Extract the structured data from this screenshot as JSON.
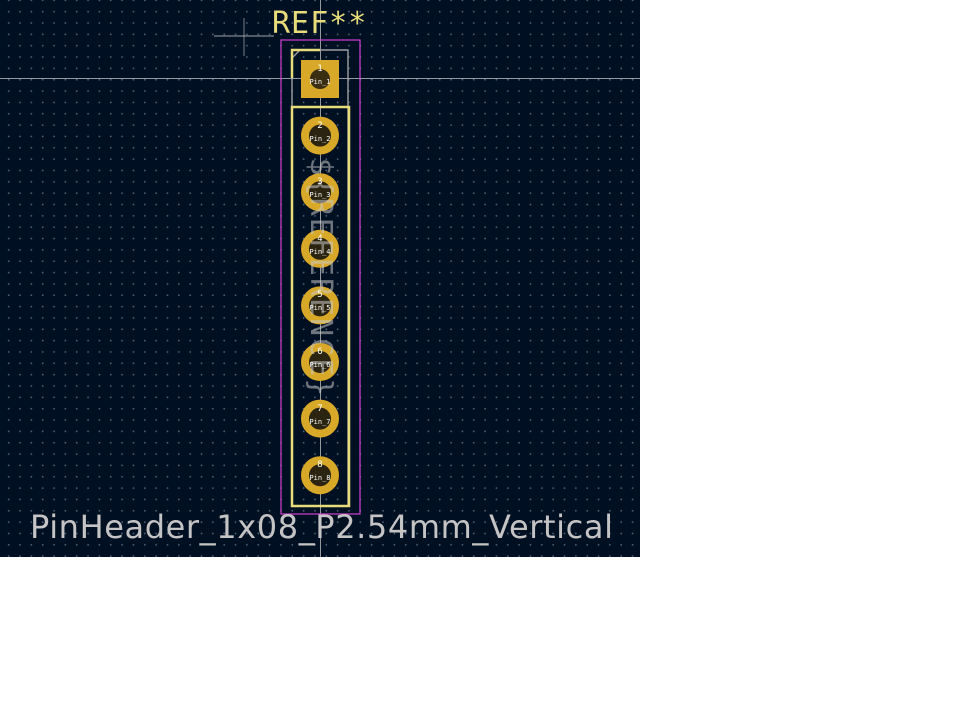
{
  "footprint": {
    "reference": "REF**",
    "value": "${REFERENCE}",
    "name": "PinHeader_1x08_P2.54mm_Vertical"
  },
  "colors": {
    "background": "#001023",
    "grid": "#4a5f76",
    "pad_copper": "#d8a828",
    "silkscreen": "#e8dc7a",
    "courtyard": "#d040d0",
    "fab": "#c4c4c4",
    "crosshair": "#c8c8c8"
  },
  "pads": [
    {
      "number": "1",
      "name": "Pin_1",
      "shape": "rect"
    },
    {
      "number": "2",
      "name": "Pin_2",
      "shape": "circle"
    },
    {
      "number": "3",
      "name": "Pin_3",
      "shape": "circle"
    },
    {
      "number": "4",
      "name": "Pin_4",
      "shape": "circle"
    },
    {
      "number": "5",
      "name": "Pin_5",
      "shape": "circle"
    },
    {
      "number": "6",
      "name": "Pin_6",
      "shape": "circle"
    },
    {
      "number": "7",
      "name": "Pin_7",
      "shape": "circle"
    },
    {
      "number": "8",
      "name": "Pin_8",
      "shape": "circle"
    }
  ]
}
